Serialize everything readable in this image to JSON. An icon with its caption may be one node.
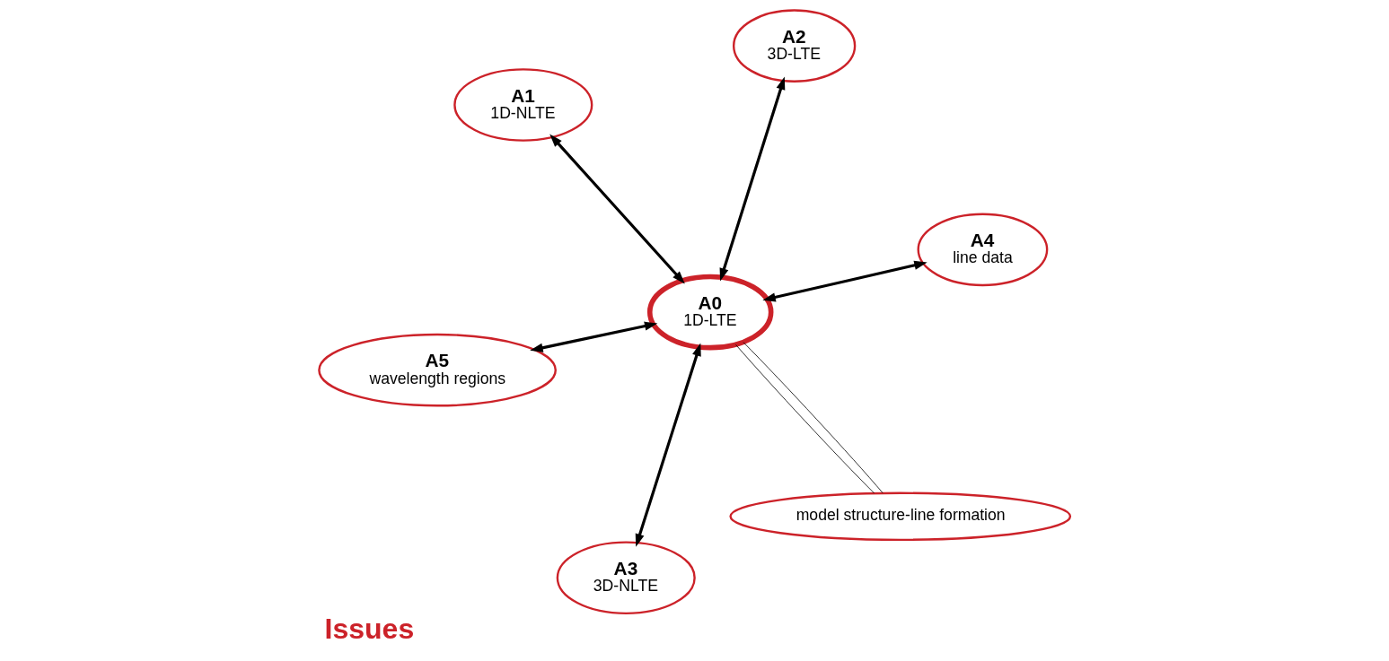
{
  "diagram": {
    "title": "Issues",
    "nodes": [
      {
        "text": [
          "A5",
          "wavelength regions"
        ]
      },
      {
        "text": [
          "model structure-line formation"
        ]
      },
      {
        "text": [
          "A0",
          "1D-LTE"
        ]
      },
      {
        "text": [
          "A1",
          "1D-NLTE"
        ]
      },
      {
        "text": [
          "A4",
          "line data"
        ]
      },
      {
        "text": [
          "A2",
          "3D-LTE"
        ]
      },
      {
        "text": [
          "A3",
          "3D-NLTE"
        ]
      }
    ],
    "edges": [
      {
        "from": 0,
        "to": 2,
        "arrow": "both"
      },
      {
        "from": 1,
        "to": 2,
        "arrow": "none"
      },
      {
        "from": 1,
        "to": 2,
        "arrow": "none"
      },
      {
        "from": 2,
        "to": 3,
        "arrow": "both"
      },
      {
        "from": 2,
        "to": 4,
        "arrow": "both"
      },
      {
        "from": 2,
        "to": 5,
        "arrow": "both"
      },
      {
        "from": 2,
        "to": 6,
        "arrow": "both"
      }
    ]
  }
}
